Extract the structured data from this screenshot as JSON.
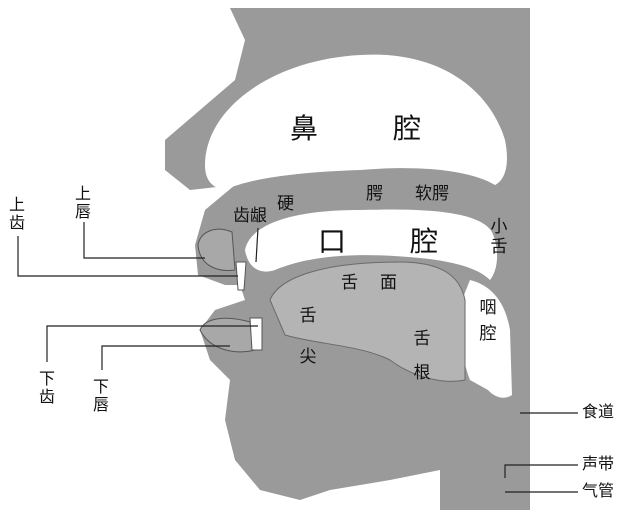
{
  "labels": {
    "nasal_1": "鼻",
    "nasal_2": "腔",
    "oral_1": "口",
    "oral_2": "腔",
    "hard": "硬",
    "palate": "腭",
    "soft_palate": "软腭",
    "alveolar_ridge": "齿龈",
    "uvula": "小舌",
    "tongue_face_1": "舌",
    "tongue_face_2": "面",
    "tongue_tip": "舌尖",
    "tongue_root": "舌根",
    "pharynx": "咽腔",
    "upper_teeth": "上齿",
    "upper_lip": "上唇",
    "lower_teeth": "下齿",
    "lower_lip": "下唇",
    "esophagus": "食道",
    "vocal_cords": "声带",
    "trachea": "气管"
  },
  "colors": {
    "tissue": "#9a9a9a",
    "cavity": "#ffffff",
    "tongue": "#b4b4b4",
    "line": "#222222"
  }
}
